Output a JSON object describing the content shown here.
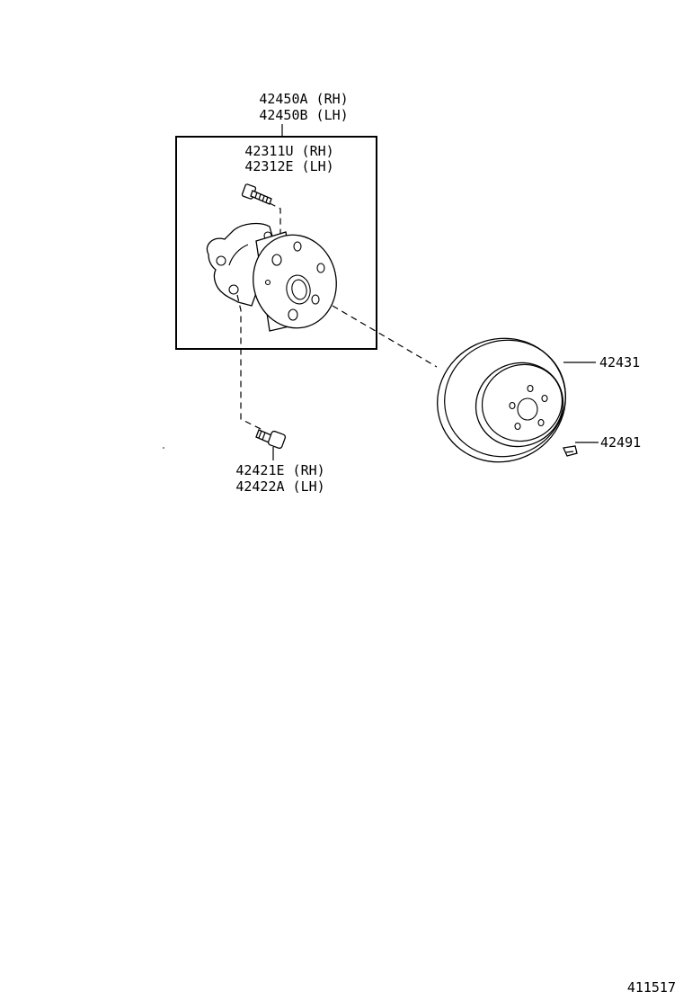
{
  "labels": {
    "hub_assembly_rh": "42450A (RH)",
    "hub_assembly_lh": "42450B (LH)",
    "hub_bolt_rh": "42311U (RH)",
    "hub_bolt_lh": "42312E (LH)",
    "mount_bolt_rh": "42421E (RH)",
    "mount_bolt_lh": "42422A (LH)",
    "disc": "42431",
    "screw": "42491",
    "diagram_number": "411517"
  }
}
